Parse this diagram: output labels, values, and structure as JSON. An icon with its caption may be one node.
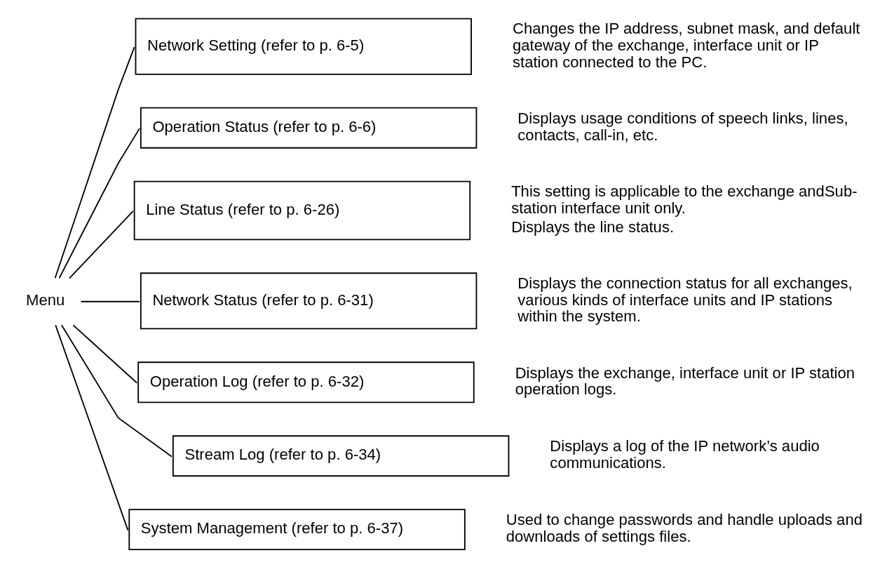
{
  "diagram": {
    "nodes": [
      {
        "text": [
          "Menu"
        ]
      },
      {
        "text": [
          "Network Setting (refer to p. 6-5)"
        ],
        "beside": [
          "Changes the IP address, subnet mask, and default gateway of the exchange, interface unit or IP station connected to the PC."
        ]
      },
      {
        "text": [
          "Operation Status (refer to p. 6-6)"
        ],
        "beside": [
          "Displays usage conditions of speech links, lines, contacts, call-in, etc."
        ]
      },
      {
        "text": [
          "Line Status (refer to p. 6-26)"
        ],
        "beside": [
          "This setting is applicable to the exchange andSub-station interface unit only.",
          "Displays the line status."
        ]
      },
      {
        "text": [
          "Network Status (refer to p. 6-31)"
        ],
        "beside": [
          "Displays the connection status for all exchanges, various kinds of interface units and IP stations within the system."
        ]
      },
      {
        "text": [
          "Operation Log (refer to p. 6-32)"
        ],
        "beside": [
          "Displays the exchange, interface unit or IP station operation logs."
        ]
      },
      {
        "text": [
          "Stream Log (refer to p. 6-34)"
        ],
        "beside": [
          "Displays a log of the IP network’s audio communications."
        ]
      },
      {
        "text": [
          "System Management (refer to p. 6-37)"
        ],
        "beside": [
          "Used to change passwords and handle uploads and downloads of settings files."
        ]
      }
    ],
    "edges": [
      {
        "from": 0,
        "to": 1,
        "arrow": "none"
      },
      {
        "from": 0,
        "to": 2,
        "arrow": "none"
      },
      {
        "from": 0,
        "to": 3,
        "arrow": "none"
      },
      {
        "from": 0,
        "to": 4,
        "arrow": "none"
      },
      {
        "from": 0,
        "to": 5,
        "arrow": "none"
      },
      {
        "from": 0,
        "to": 6,
        "arrow": "none"
      },
      {
        "from": 0,
        "to": 7,
        "arrow": "none"
      }
    ]
  }
}
